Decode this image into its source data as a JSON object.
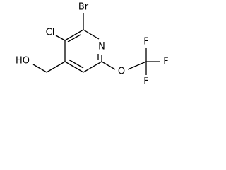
{
  "molecule": {
    "atoms": {
      "br": "Br",
      "cl": "Cl",
      "n": "N",
      "o_ether": "O",
      "f_top": "F",
      "f_right": "F",
      "f_bottom": "F",
      "oh": "HO"
    }
  }
}
